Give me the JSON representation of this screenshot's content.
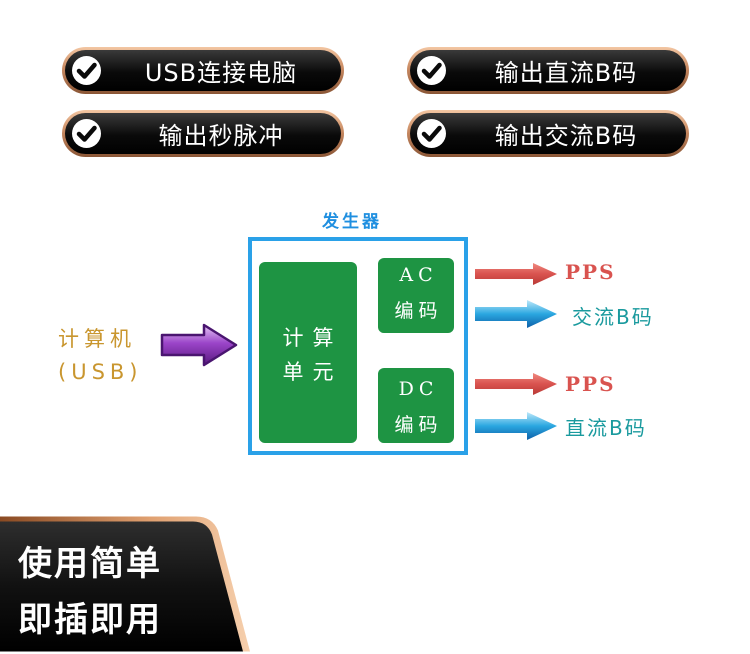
{
  "features": [
    {
      "label": "USB连接电脑"
    },
    {
      "label": "输出直流B码"
    },
    {
      "label": "输出秒脉冲"
    },
    {
      "label": "输出交流B码"
    }
  ],
  "diagram": {
    "generator_title": "发生器",
    "input_label_line1": "计算机",
    "input_label_line2": "(USB)",
    "compute_unit_line1": "计算",
    "compute_unit_line2": "单元",
    "ac_encoder_line1": "AC",
    "ac_encoder_line2": "编码",
    "dc_encoder_line1": "DC",
    "dc_encoder_line2": "编码",
    "pps_label_ac": "PPS",
    "ac_bcode_label": "交流B码",
    "pps_label_dc": "PPS",
    "dc_bcode_label": "直流B码"
  },
  "banner": {
    "line1": "使用简单",
    "line2": "即插即用"
  },
  "colors": {
    "generator_border": "#2aa1e8",
    "green_block": "#1e9443",
    "pps_red": "#d9534f",
    "bcode_teal": "#1a9a9e",
    "input_gold": "#c9962f",
    "pill_gold": "#c98a62"
  },
  "icons": {
    "feature_check": "check-circle-icon",
    "input_arrow": "purple-arrow-icon",
    "pps_arrow": "red-arrow-icon",
    "bcode_arrow": "blue-arrow-icon"
  }
}
